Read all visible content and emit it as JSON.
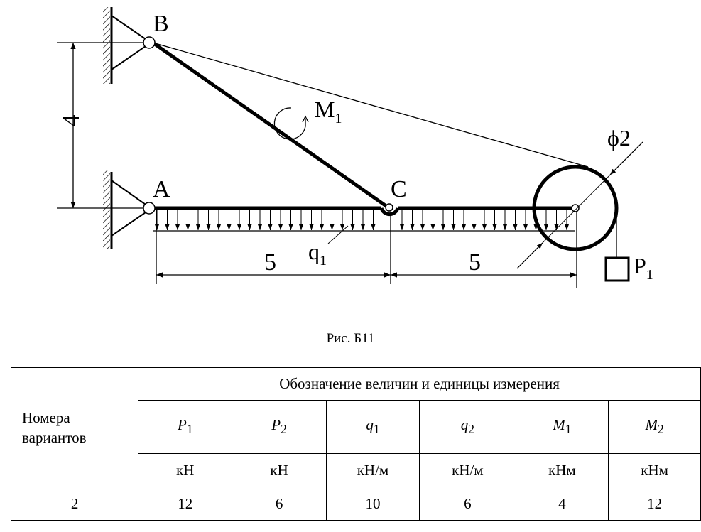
{
  "figure": {
    "labels": {
      "B": "B",
      "A": "A",
      "C": "C",
      "M1": "M",
      "M1_sub": "1",
      "q1": "q",
      "q1_sub": "1",
      "P1": "P",
      "P1_sub": "1",
      "diameter": "ϕ2",
      "height_dim": "4",
      "span_left_dim": "5",
      "span_right_dim": "5"
    },
    "caption": "Рис. Б11"
  },
  "table": {
    "row_header": [
      "Номера",
      "вариантов"
    ],
    "group_header": "Обозначение величин и единицы измерения",
    "columns": [
      {
        "symbol": "P",
        "sub": "1",
        "unit": "кН"
      },
      {
        "symbol": "P",
        "sub": "2",
        "unit": "кН"
      },
      {
        "symbol": "q",
        "sub": "1",
        "unit": "кН/м"
      },
      {
        "symbol": "q",
        "sub": "2",
        "unit": "кН/м"
      },
      {
        "symbol": "M",
        "sub": "1",
        "unit": "кНм"
      },
      {
        "symbol": "M",
        "sub": "2",
        "unit": "кНм"
      }
    ],
    "rows": [
      {
        "variant": "2",
        "values": [
          "12",
          "6",
          "10",
          "6",
          "4",
          "12"
        ]
      }
    ]
  }
}
